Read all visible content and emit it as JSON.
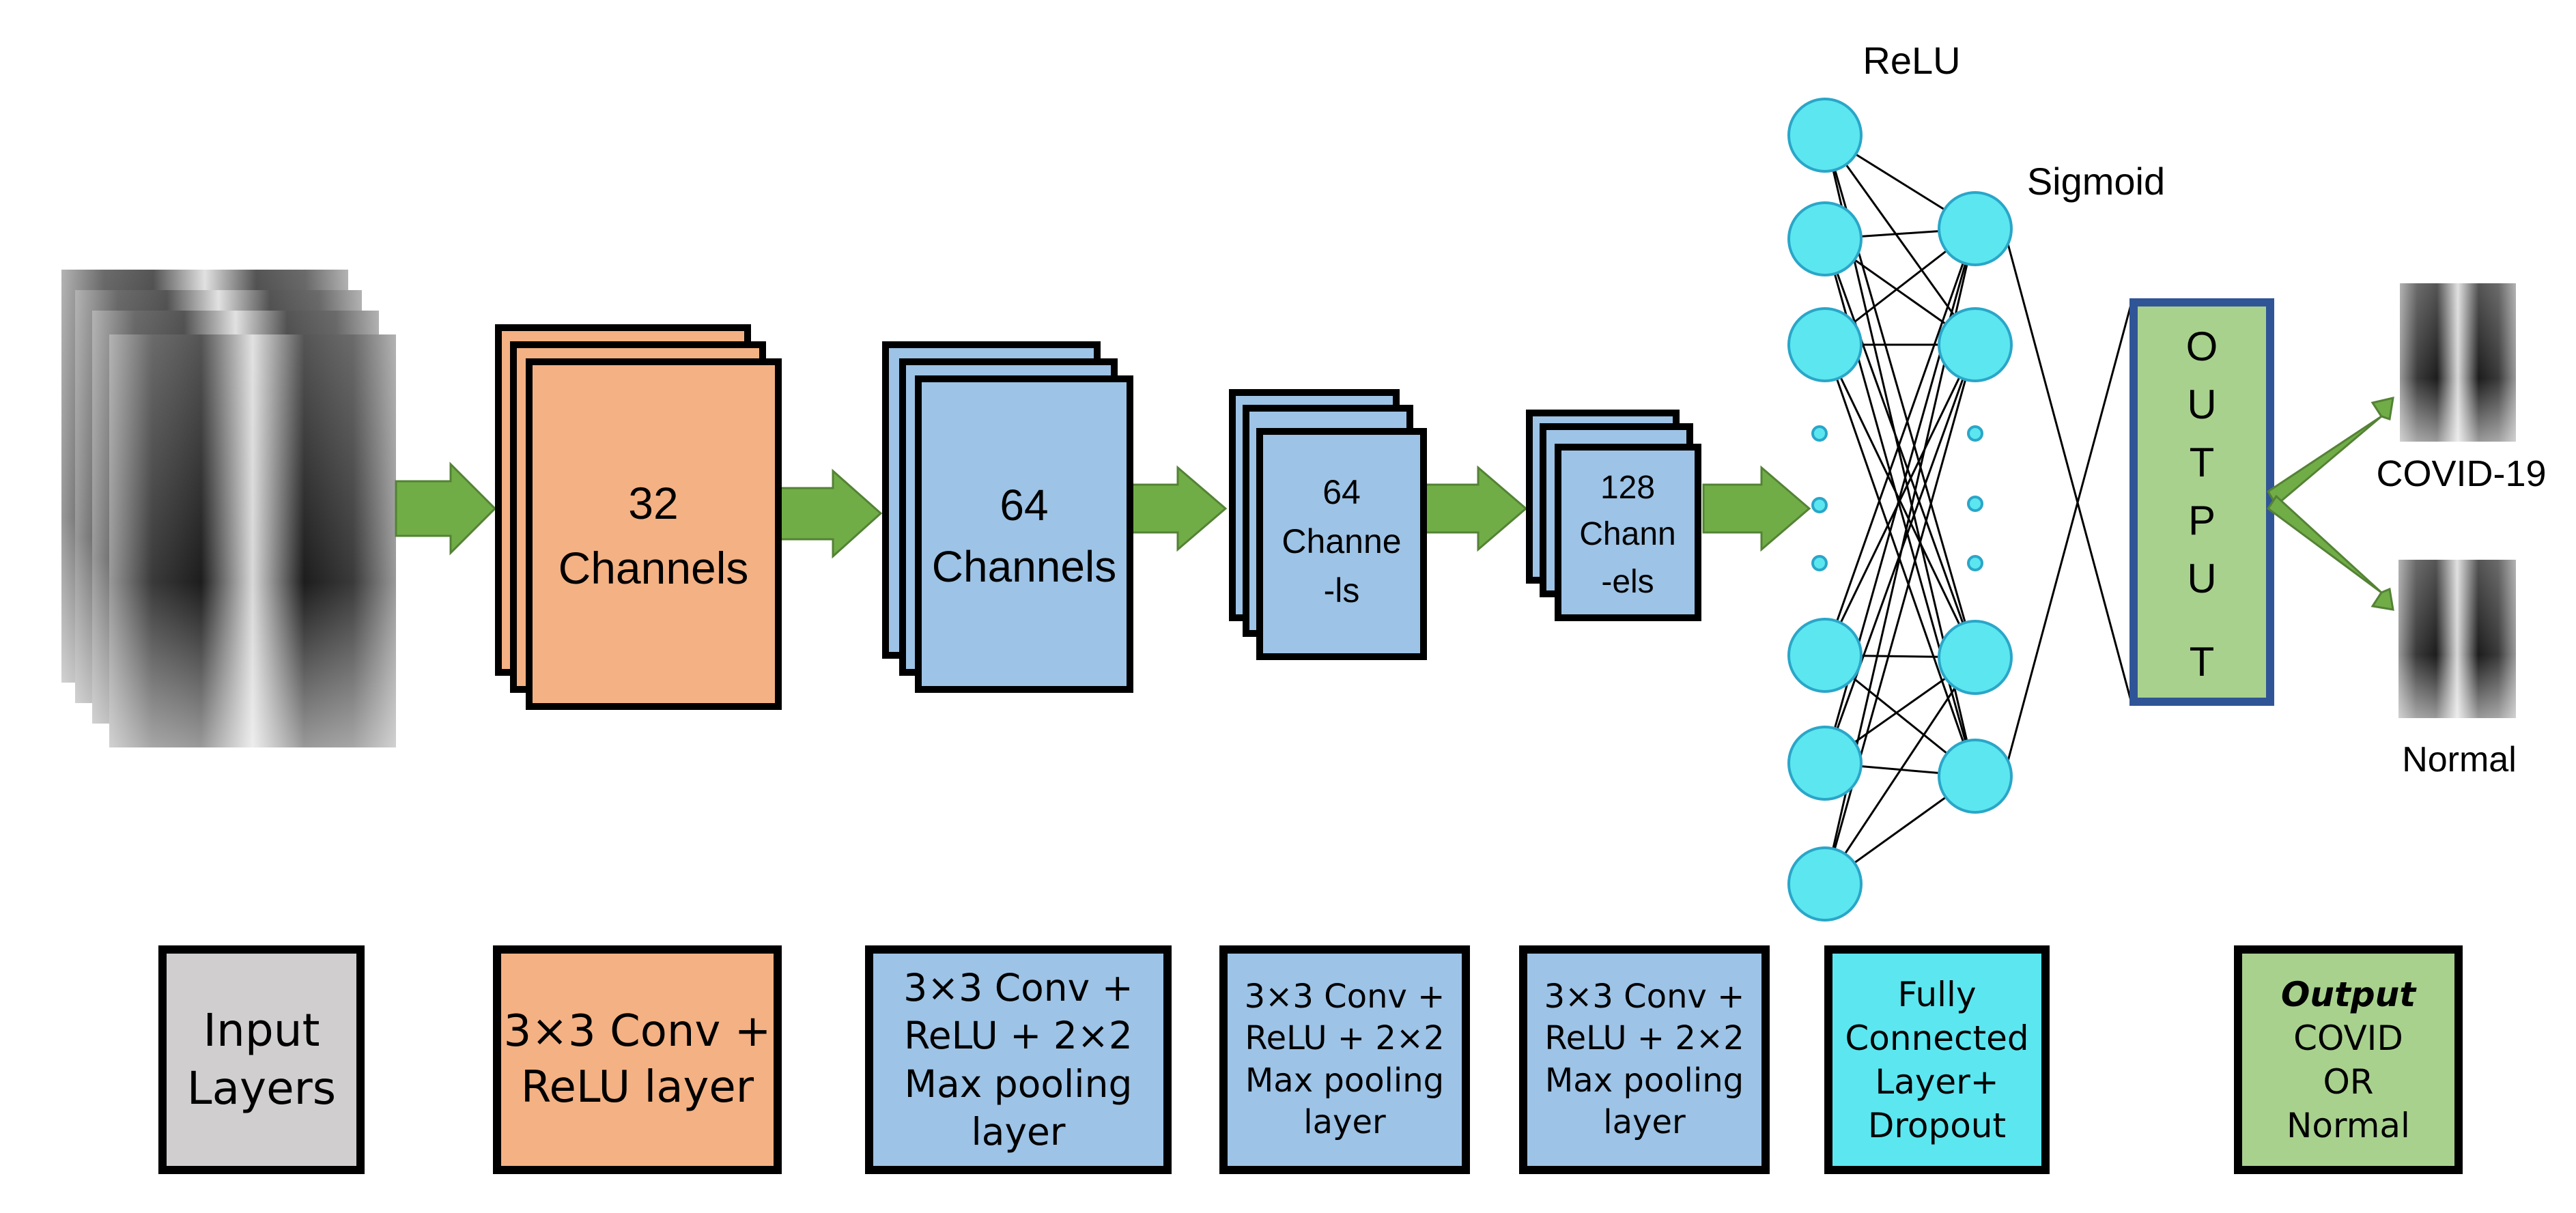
{
  "colors": {
    "arrow": "#70ad47",
    "orange_block": "#f4b183",
    "blue_block": "#9dc3e6",
    "neuron": "#5ce6f0",
    "output": "#a9d18e",
    "output_border": "#2f5597",
    "input_legend": "#d0cece"
  },
  "blocks": [
    {
      "line1": "32",
      "line2": "Channels"
    },
    {
      "line1": "64",
      "line2": "Channels"
    },
    {
      "line1": "64",
      "line2": "Channe",
      "line3": "-ls"
    },
    {
      "line1": "128",
      "line2": "Chann",
      "line3": "-els"
    }
  ],
  "network": {
    "relu_label": "ReLU",
    "sigmoid_label": "Sigmoid",
    "output_box": [
      "O",
      "U",
      "T",
      "P",
      "U",
      "T"
    ]
  },
  "results": {
    "covid_label": "COVID-19",
    "normal_label": "Normal"
  },
  "legend": {
    "input": [
      "Input",
      "Layers"
    ],
    "conv1": [
      "3×3 Conv +",
      "ReLU layer"
    ],
    "conv2": [
      "3×3 Conv +",
      "ReLU + 2×2",
      "Max pooling",
      "layer"
    ],
    "conv3": [
      "3×3 Conv +",
      "ReLU + 2×2",
      "Max pooling",
      "layer"
    ],
    "conv4": [
      "3×3 Conv +",
      "ReLU + 2×2",
      "Max pooling",
      "layer"
    ],
    "fc": [
      "Fully",
      "Connected",
      "Layer+",
      "Dropout"
    ],
    "output": [
      "Output",
      "COVID",
      "OR",
      "Normal"
    ]
  }
}
